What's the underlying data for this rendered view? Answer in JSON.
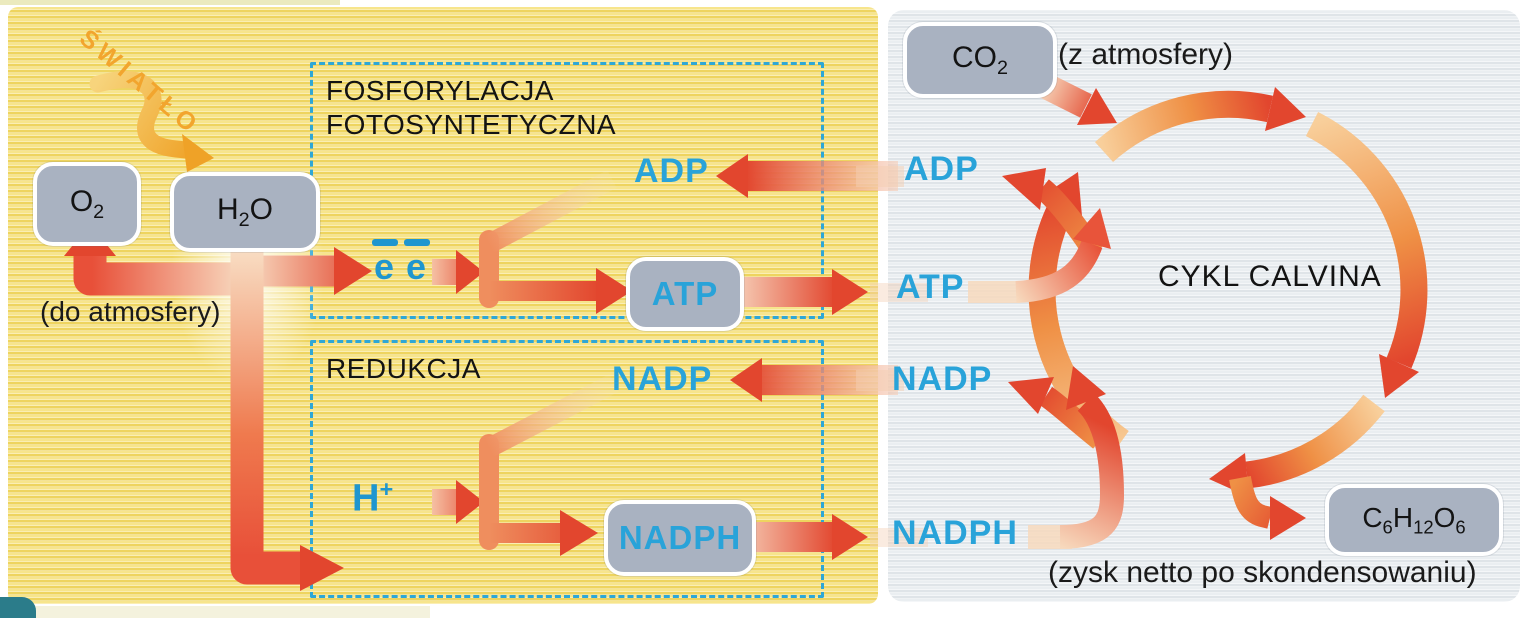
{
  "colors": {
    "arrow_red": "#e2462e",
    "arrow_orange": "#f09045",
    "label_blue": "#29a3d9",
    "electron_blue": "#1f96cf",
    "box_gray": "#a9b2c1",
    "dashed_border_blue": "#2ea7d6",
    "light_orange": "#f2a52e"
  },
  "left_panel": {
    "light_label": "ŚWIATŁO",
    "oxygen": {
      "symbol": "O",
      "subscript": "2"
    },
    "water": {
      "p1": "H",
      "s1": "2",
      "p2": "O"
    },
    "to_atmosphere_note": "(do atmosfery)",
    "phosphorylation_box": {
      "title_line1": "FOSFORYLACJA",
      "title_line2": "FOTOSYNTETYCZNA",
      "electron_symbol": "e",
      "adp_label": "ADP",
      "atp_label": "ATP"
    },
    "reduction_box": {
      "title": "REDUKCJA",
      "proton_symbol": "H",
      "proton_superscript": "+",
      "nadp_label": "NADP",
      "nadph_label": "NADPH"
    }
  },
  "right_panel": {
    "co2": {
      "symbol": "CO",
      "subscript": "2"
    },
    "from_atmosphere_note": "(z atmosfery)",
    "adp_label": "ADP",
    "atp_label": "ATP",
    "nadp_label": "NADP",
    "nadph_label": "NADPH",
    "cycle_title": "CYKL CALVINA",
    "glucose": {
      "p1": "C",
      "s1": "6",
      "p2": "H",
      "s2": "12",
      "p3": "O",
      "s3": "6"
    },
    "net_gain_note": "(zysk netto po skondensowaniu)"
  }
}
